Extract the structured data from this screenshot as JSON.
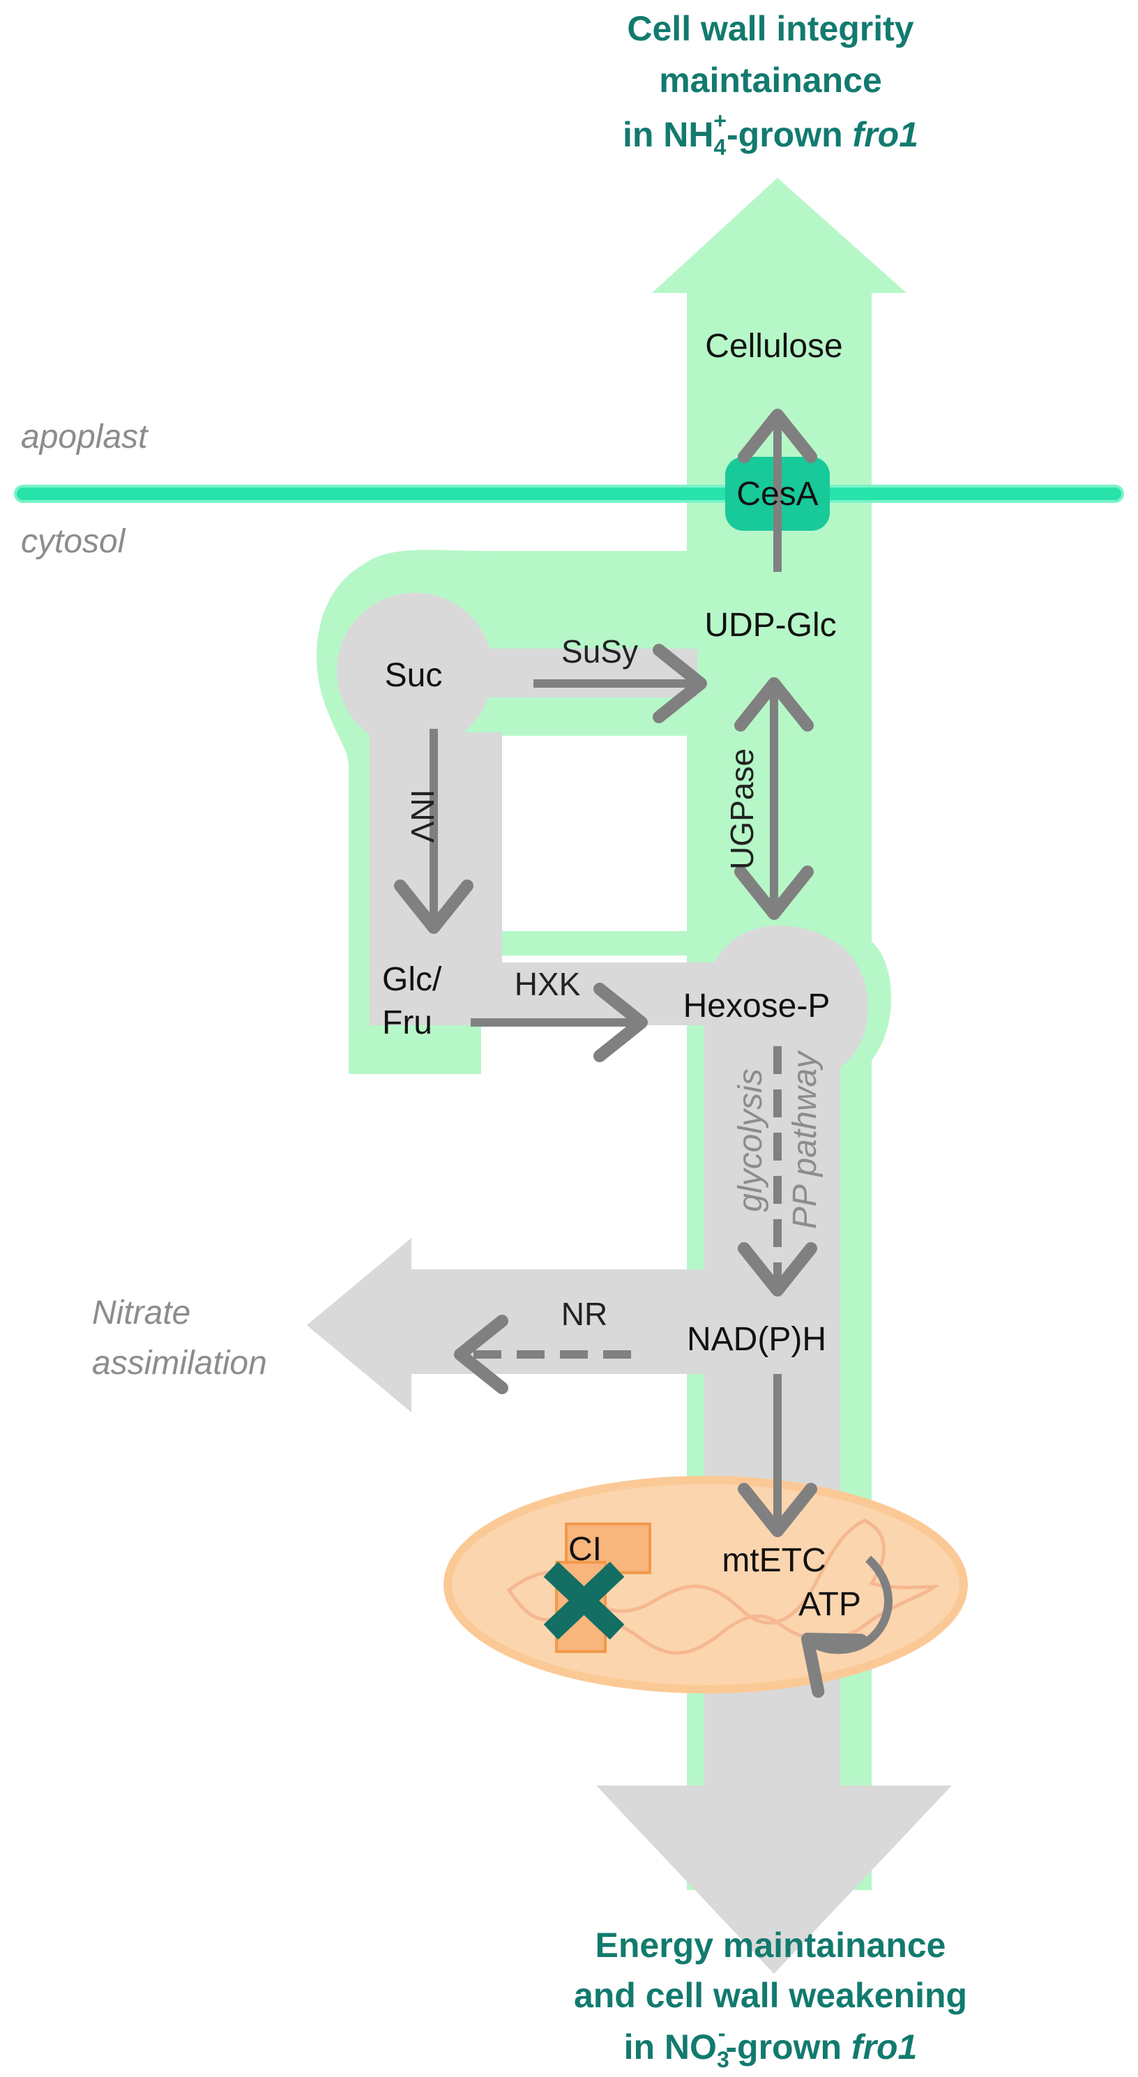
{
  "top_title": {
    "line1": "Cell wall integrity",
    "line2": "maintainance",
    "line3_pre": "in NH",
    "line3_sub": "4",
    "line3_sup": "+",
    "line3_mid": "-grown ",
    "line3_italic": "fro1"
  },
  "bottom_title": {
    "line1": "Energy maintainance",
    "line2": "and cell wall weakening",
    "line3_pre": "in NO",
    "line3_sub": "3",
    "line3_sup": "-",
    "line3_mid": "-grown ",
    "line3_italic": "fro1"
  },
  "compartments": {
    "apoplast": "apoplast",
    "cytosol": "cytosol"
  },
  "metabolites": {
    "cellulose": "Cellulose",
    "udp_glc": "UDP-Glc",
    "suc": "Suc",
    "glc_line1": "Glc/",
    "glc_line2": "Fru",
    "hexose_p": "Hexose-P",
    "nadph": "NAD(P)H",
    "mtetc": "mtETC",
    "atp": "ATP"
  },
  "enzymes": {
    "cesa": "CesA",
    "susy": "SuSy",
    "inv": "INV",
    "ugpase": "UGPase",
    "hxk": "HXK",
    "nr": "NR",
    "ci": "CI"
  },
  "pathways": {
    "glycolysis": "glycolysis",
    "pp_pathway": "PP pathway"
  },
  "side_output": {
    "line1": "Nitrate",
    "line2": "assimilation"
  },
  "colors": {
    "green_light": "#b6f7c8",
    "green_membrane": "#27e3a9",
    "cesa_fill": "#18c99a",
    "gray_flow": "#d9d9d9",
    "arrow_gray": "#808080",
    "mito_fill": "#fbd5ae",
    "mito_stroke": "#fbc995",
    "complex_fill": "#f8b57c",
    "complex_stroke": "#f19a4b",
    "x_mark": "#136e63",
    "title_teal": "#127a6e"
  }
}
